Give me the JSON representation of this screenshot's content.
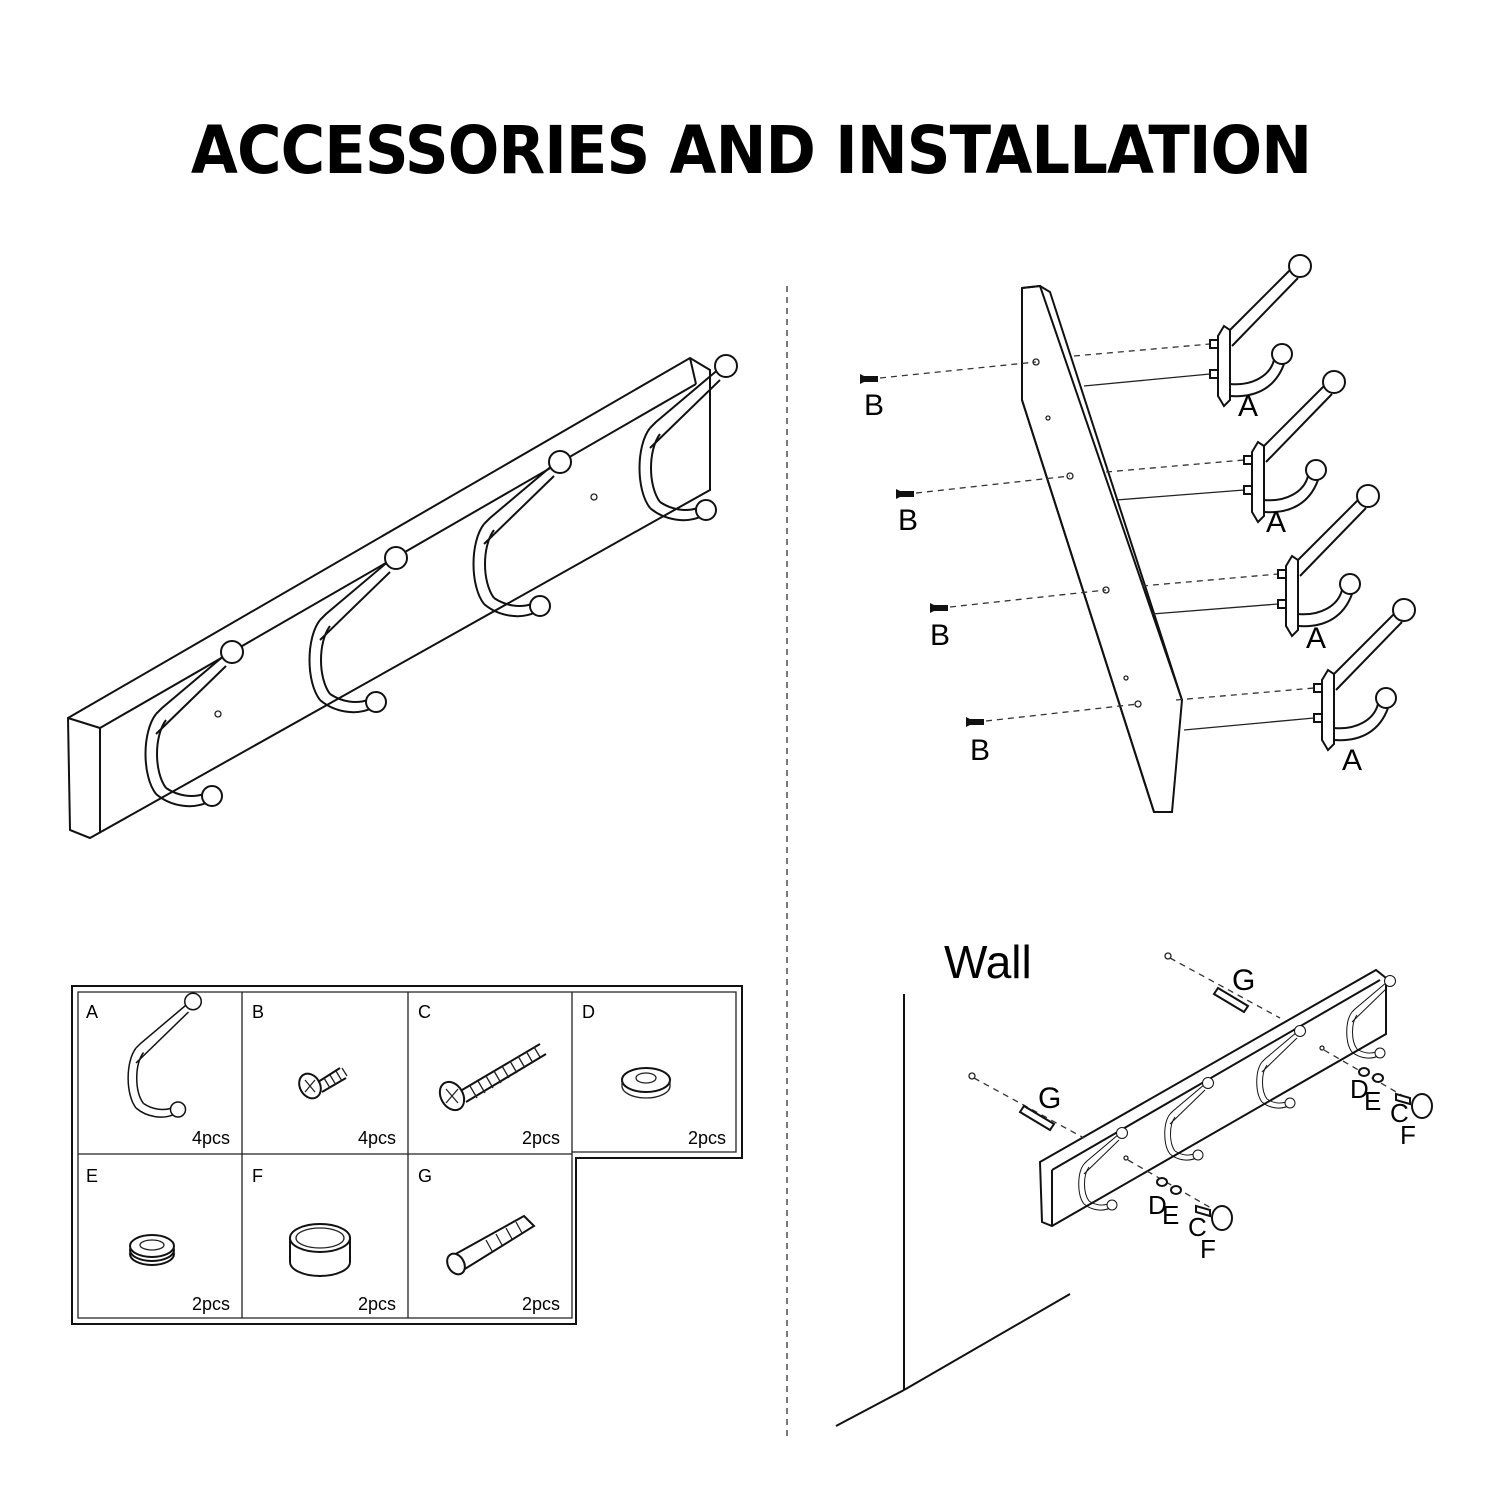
{
  "title": "ACCESSORIES AND INSTALLATION",
  "exploded_view": {
    "hook_label": "A",
    "screw_label": "B"
  },
  "wall_view": {
    "wall_label": "Wall",
    "anchor_label": "G",
    "washer_d_label": "D",
    "washer_e_label": "E",
    "screw_c_label": "C",
    "cap_f_label": "F"
  },
  "parts": [
    {
      "letter": "A",
      "qty": "4pcs",
      "icon": "double-hook-icon"
    },
    {
      "letter": "B",
      "qty": "4pcs",
      "icon": "short-screw-icon"
    },
    {
      "letter": "C",
      "qty": "2pcs",
      "icon": "long-screw-icon"
    },
    {
      "letter": "D",
      "qty": "2pcs",
      "icon": "flat-washer-icon"
    },
    {
      "letter": "E",
      "qty": "2pcs",
      "icon": "spring-washer-icon"
    },
    {
      "letter": "F",
      "qty": "2pcs",
      "icon": "screw-cap-icon"
    },
    {
      "letter": "G",
      "qty": "2pcs",
      "icon": "wall-anchor-icon"
    }
  ]
}
